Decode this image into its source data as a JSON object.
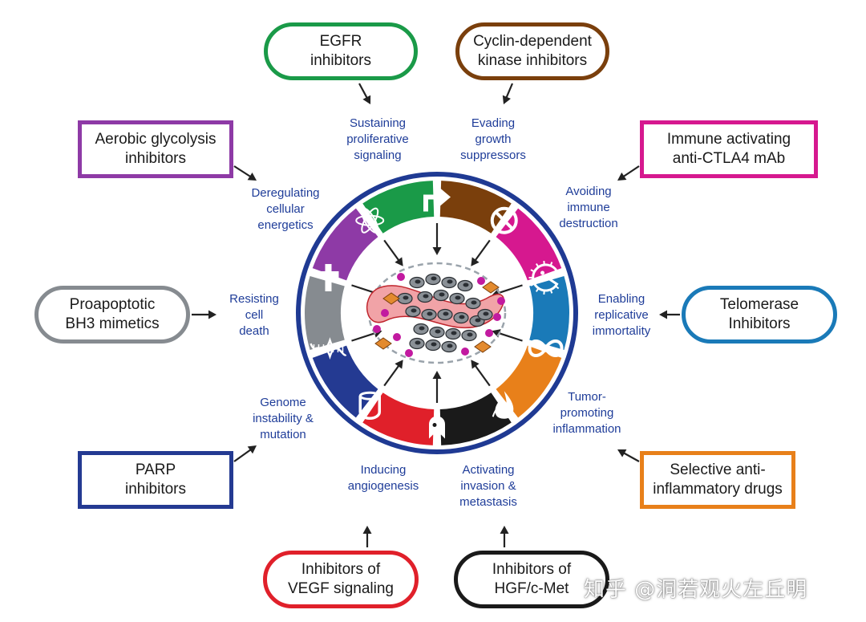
{
  "colors": {
    "ring_outline": "#1f3a93",
    "label_text": "#1f3d99",
    "arrow": "#222222",
    "green": "#1a9a48",
    "brown": "#7a3f0c",
    "magenta": "#d6188f",
    "blue": "#1a7ab8",
    "orange": "#e8801a",
    "black": "#1a1a1a",
    "red": "#e0202a",
    "navy": "#243a92",
    "gray": "#868b90",
    "purple": "#8e3aa6"
  },
  "therapies": [
    {
      "id": "egfr",
      "label": "EGFR\ninhibitors",
      "color": "#1a9a48",
      "shape": "pill"
    },
    {
      "id": "cdk",
      "label": "Cyclin-dependent\nkinase inhibitors",
      "color": "#7a3f0c",
      "shape": "pill"
    },
    {
      "id": "immune",
      "label": "Immune activating\nanti-CTLA4 mAb",
      "color": "#d6188f",
      "shape": "rect"
    },
    {
      "id": "telomerase",
      "label": "Telomerase\nInhibitors",
      "color": "#1a7ab8",
      "shape": "pill"
    },
    {
      "id": "antiinflam",
      "label": "Selective anti-\ninflammatory drugs",
      "color": "#e8801a",
      "shape": "rect"
    },
    {
      "id": "hgf",
      "label": "Inhibitors of\nHGF/c-Met",
      "color": "#1a1a1a",
      "shape": "pill"
    },
    {
      "id": "vegf",
      "label": "Inhibitors of\nVEGF signaling",
      "color": "#e0202a",
      "shape": "pill"
    },
    {
      "id": "parp",
      "label": "PARP\ninhibitors",
      "color": "#243a92",
      "shape": "rect"
    },
    {
      "id": "bh3",
      "label": "Proapoptotic\nBH3 mimetics",
      "color": "#868b90",
      "shape": "pill"
    },
    {
      "id": "glyco",
      "label": "Aerobic glycolysis\ninhibitors",
      "color": "#8e3aa6",
      "shape": "rect"
    }
  ],
  "hallmarks": [
    {
      "id": "proliferative",
      "label": "Sustaining\nproliferative\nsignaling",
      "icon": "upturn-arrow-icon"
    },
    {
      "id": "growth",
      "label": "Evading\ngrowth\nsuppressors",
      "icon": "prohibition-icon"
    },
    {
      "id": "immune",
      "label": "Avoiding\nimmune\ndestruction",
      "icon": "pacman-cell-icon"
    },
    {
      "id": "replicative",
      "label": "Enabling\nreplicative\nimmortality",
      "icon": "infinity-icon"
    },
    {
      "id": "inflammation",
      "label": "Tumor-\npromoting\ninflammation",
      "icon": "fire-icon"
    },
    {
      "id": "invasion",
      "label": "Activating\ninvasion &\nmetastasis",
      "icon": "ghost-cell-icon"
    },
    {
      "id": "angiogenesis",
      "label": "Inducing\nangiogenesis",
      "icon": "vessel-icon"
    },
    {
      "id": "genome",
      "label": "Genome\ninstability &\nmutation",
      "icon": "dna-icon"
    },
    {
      "id": "death",
      "label": "Resisting\ncell\ndeath",
      "icon": "cross-icon"
    },
    {
      "id": "energetics",
      "label": "Deregulating\ncellular\nenergetics",
      "icon": "atom-icon"
    }
  ],
  "watermark": "知乎 @洞若观火左丘明"
}
